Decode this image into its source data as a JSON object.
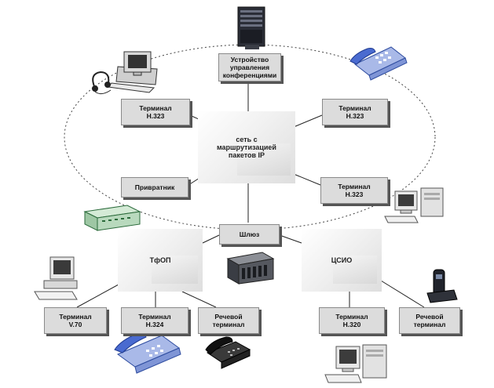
{
  "diagram": {
    "nodes": {
      "conference_unit": "Устройство\nуправления\nконференциями",
      "h323_top_left": "Терминал\nH.323",
      "h323_top_right": "Терминал\nH.323",
      "ip_network": "сеть с\nмаршрутизацией\nпакетов IP",
      "gatekeeper": "Привратник",
      "h323_mid_right": "Терминал\nH.323",
      "gateway": "Шлюз",
      "pstn": "ТфОП",
      "isdn": "ЦСИО",
      "v70": "Терминал\nV.70",
      "h324": "Терминал\nH.324",
      "voice_left": "Речевой\nтерминал",
      "h320": "Терминал\nH.320",
      "voice_right": "Речевой\nтерминал"
    }
  }
}
